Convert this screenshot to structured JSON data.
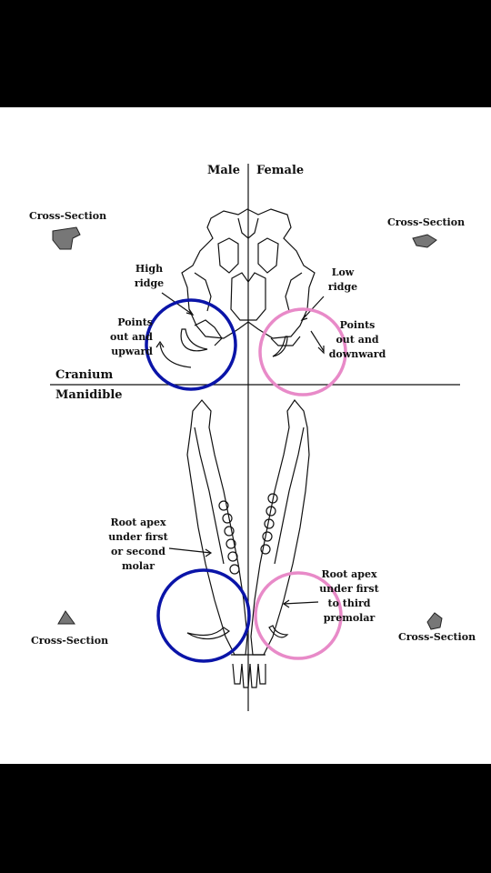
{
  "header": {
    "male": "Male",
    "female": "Female"
  },
  "sections": {
    "cranium": "Cranium",
    "mandible": "Manidible"
  },
  "cross_section_label": "Cross-Section",
  "notes": {
    "high_ridge": [
      "High",
      "ridge"
    ],
    "low_ridge": [
      "Low",
      "ridge"
    ],
    "points_up": [
      "Points",
      "out and",
      "upward"
    ],
    "points_down": [
      "Points",
      "out and",
      "downward"
    ],
    "root_male": [
      "Root apex",
      "under first",
      "or second",
      "molar"
    ],
    "root_female": [
      "Root apex",
      "under first",
      "to third",
      "premolar"
    ]
  },
  "colors": {
    "male_circle": "#0a14a8",
    "female_circle": "#e88ac8",
    "ink": "#111111"
  }
}
